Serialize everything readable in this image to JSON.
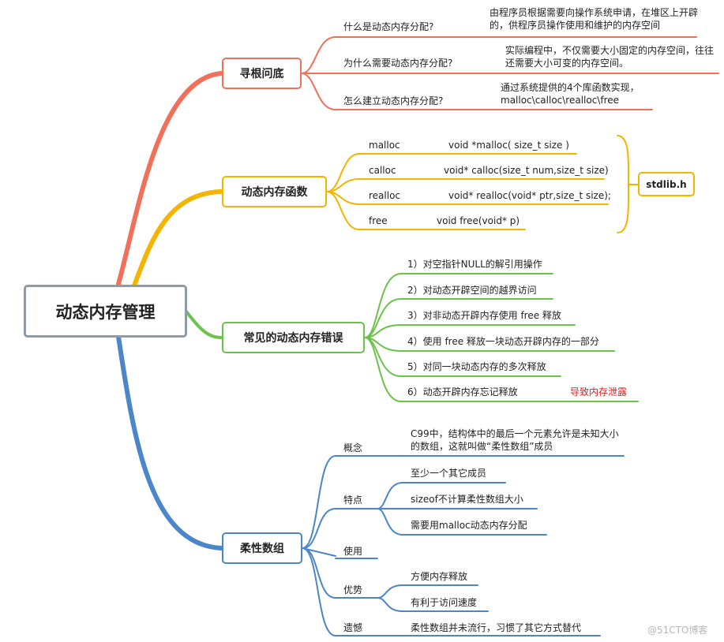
{
  "root": {
    "label": "动态内存管理"
  },
  "branches": {
    "b1": {
      "label": "寻根问底",
      "items": [
        {
          "q": "什么是动态内存分配?",
          "a": "由程序员根据需要向操作系统申请，在堆区上开辟的，供程序员操作使用和维护的内存空间"
        },
        {
          "q": "为什么需要动态内存分配?",
          "a": "实际编程中，不仅需要大小固定的内存空间，往往还需要大小可变的内存空间。"
        },
        {
          "q": "怎么建立动态内存分配?",
          "a": "通过系统提供的4个库函数实现，malloc\\calloc\\realloc\\free"
        }
      ]
    },
    "b2": {
      "label": "动态内存函数",
      "header": "stdlib.h",
      "items": [
        {
          "name": "malloc",
          "sig": "void *malloc( size_t size )"
        },
        {
          "name": "calloc",
          "sig": "void* calloc(size_t num,size_t size)"
        },
        {
          "name": "realloc",
          "sig": "void* realloc(void* ptr,size_t size);"
        },
        {
          "name": "free",
          "sig": "void free(void* p)"
        }
      ]
    },
    "b3": {
      "label": "常见的动态内存错误",
      "items": [
        "1）对空指针NULL的解引用操作",
        "2）对动态开辟空间的越界访问",
        "3）对非动态开辟内存使用 free 释放",
        "4）使用 free 释放一块动态开辟内存的一部分",
        "5）对同一块动态内存的多次释放",
        "6）动态开辟内存忘记释放"
      ],
      "note": "导致内存泄露"
    },
    "b4": {
      "label": "柔性数组",
      "items": [
        {
          "label": "概念",
          "children": [
            "C99中，结构体中的最后一个元素允许是未知大小的数组，这就叫做“柔性数组”成员"
          ]
        },
        {
          "label": "特点",
          "children": [
            "至少一个其它成员",
            "sizeof不计算柔性数组大小",
            "需要用malloc动态内存分配"
          ]
        },
        {
          "label": "使用",
          "children": []
        },
        {
          "label": "优势",
          "children": [
            "方便内存释放",
            "有利于访问速度"
          ]
        },
        {
          "label": "遗憾",
          "children": [
            "柔性数组并未流行，习惯了其它方式替代"
          ]
        }
      ]
    }
  },
  "watermark": "@51CTO博客",
  "colors": {
    "b1": "#f0705a",
    "b2": "#f5b400",
    "b3": "#6cc24a",
    "b4": "#4a86c8",
    "root_border": "#8e9aa8",
    "note": "#e02020"
  }
}
